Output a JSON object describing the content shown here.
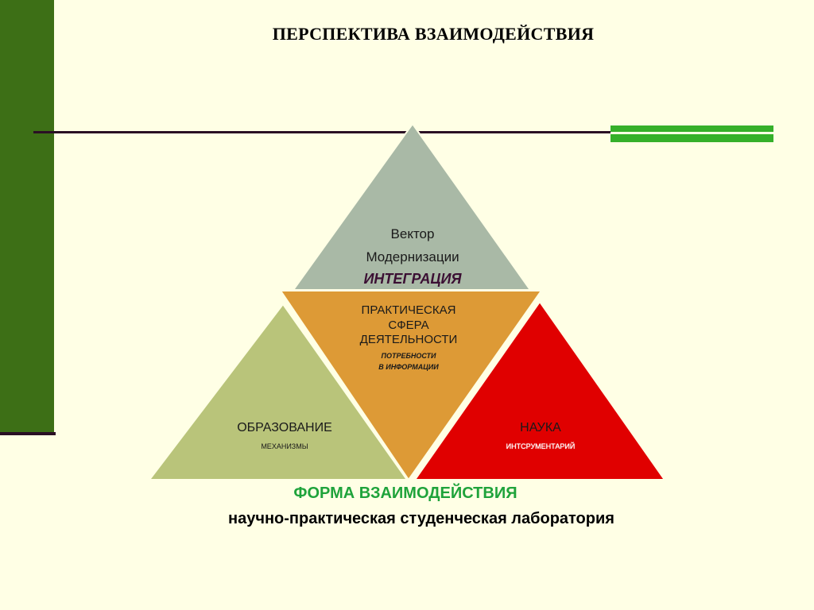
{
  "title": "ПЕРСПЕКТИВА ВЗАИМОДЕЙСТВИЯ",
  "colors": {
    "background": "#ffffe5",
    "left_bar": "#3d6f16",
    "accent_green": "#35b02a",
    "line_dark": "#2a0f24",
    "top_triangle": "#a9b9a6",
    "center_triangle": "#dd9a36",
    "left_triangle": "#b9c47a",
    "right_triangle": "#e00000",
    "form_title": "#1fa33b",
    "integration_text": "#3b0f33"
  },
  "top": {
    "line1": "Вектор",
    "line2": "Модернизации",
    "line3": "ИНТЕГРАЦИЯ"
  },
  "center": {
    "line1": "ПРАКТИЧЕСКАЯ",
    "line2": "СФЕРА",
    "line3": "ДЕЯТЕЛЬНОСТИ",
    "sub1": "ПОТРЕБНОСТИ",
    "sub2": "В ИНФОРМАЦИИ"
  },
  "left": {
    "title": "ОБРАЗОВАНИЕ",
    "sub": "МЕХАНИЗМЫ"
  },
  "right": {
    "title": "НАУКА",
    "sub": "ИНТСРУМЕНТАРИЙ"
  },
  "form": {
    "title": "ФОРМА ВЗАИМОДЕЙСТВИЯ",
    "subtitle": "научно-практическая студенческая лаборатория"
  }
}
